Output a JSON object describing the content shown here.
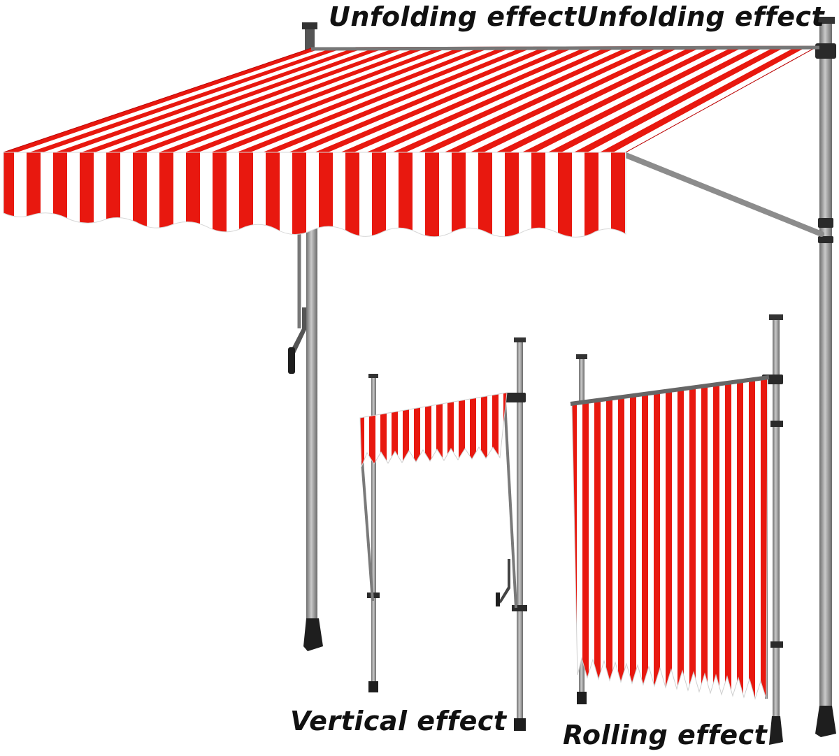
{
  "captions": {
    "top": "Unfolding effectUnfolding effect",
    "vertical": "Vertical effect",
    "rolling": "Rolling effect"
  },
  "colors": {
    "stripe_red": "#e8180f",
    "stripe_white": "#ffffff",
    "pole": "#8a8a8a",
    "pole_dark": "#4a4a4a",
    "foot": "#1e1e1e"
  }
}
